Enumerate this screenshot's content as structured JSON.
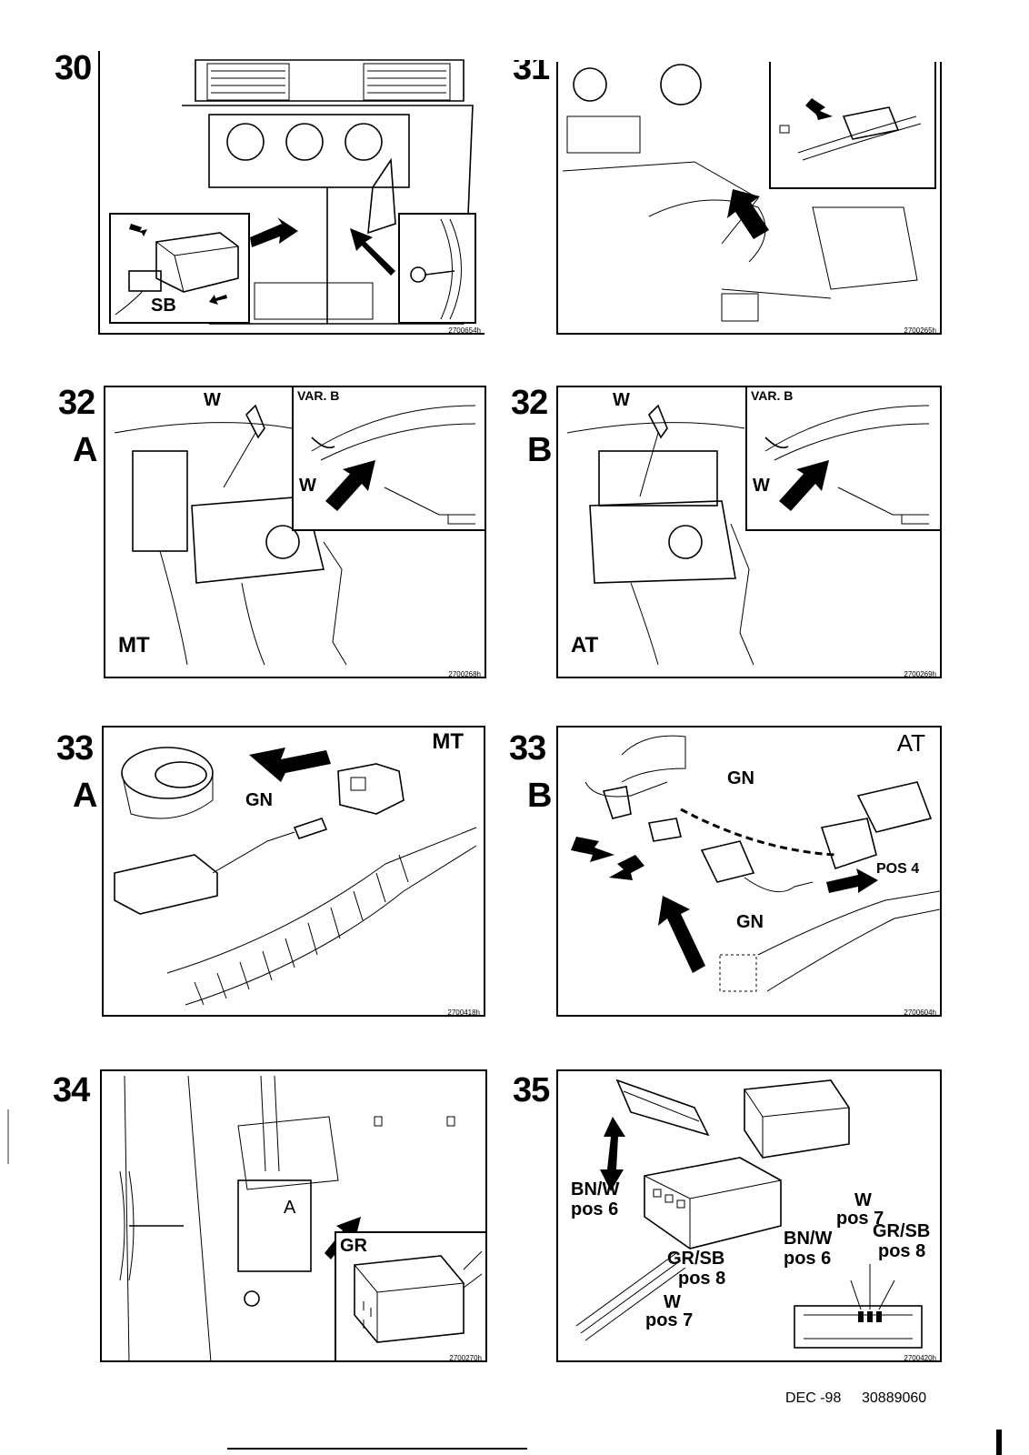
{
  "steps": [
    {
      "number": "30",
      "ref": "2700654h",
      "labels": {
        "sb": "SB"
      }
    },
    {
      "number": "31",
      "ref": "2700265h"
    },
    {
      "number": "32",
      "sub": "A",
      "ref": "2700268h",
      "labels": {
        "w_top": "W",
        "var": "VAR. B",
        "w_inset": "W",
        "variant": "MT"
      }
    },
    {
      "number": "32",
      "sub": "B",
      "ref": "2700269h",
      "labels": {
        "w_top": "W",
        "var": "VAR. B",
        "w_inset": "W",
        "variant": "AT"
      }
    },
    {
      "number": "33",
      "sub": "A",
      "ref": "2700418h",
      "labels": {
        "variant": "MT",
        "gn": "GN"
      }
    },
    {
      "number": "33",
      "sub": "B",
      "ref": "2700604h",
      "labels": {
        "variant": "AT",
        "gn_top": "GN",
        "gn_bottom": "GN",
        "pos": "POS 4"
      }
    },
    {
      "number": "34",
      "ref": "2700270h",
      "labels": {
        "a": "A",
        "gr": "GR"
      }
    },
    {
      "number": "35",
      "ref": "2700420h",
      "labels": {
        "bnw_left": "BN/W",
        "bnw_left_pos": "pos 6",
        "grsb_left": "GR/SB",
        "grsb_left_pos": "pos 8",
        "w_left": "W",
        "w_left_pos": "pos 7",
        "w_right": "W",
        "w_right_pos": "pos 7",
        "bnw_right": "BN/W",
        "bnw_right_pos": "pos 6",
        "grsb_right": "GR/SB",
        "grsb_right_pos": "pos 8"
      }
    }
  ],
  "footer": {
    "date": "DEC -98",
    "part_no": "30889060"
  }
}
